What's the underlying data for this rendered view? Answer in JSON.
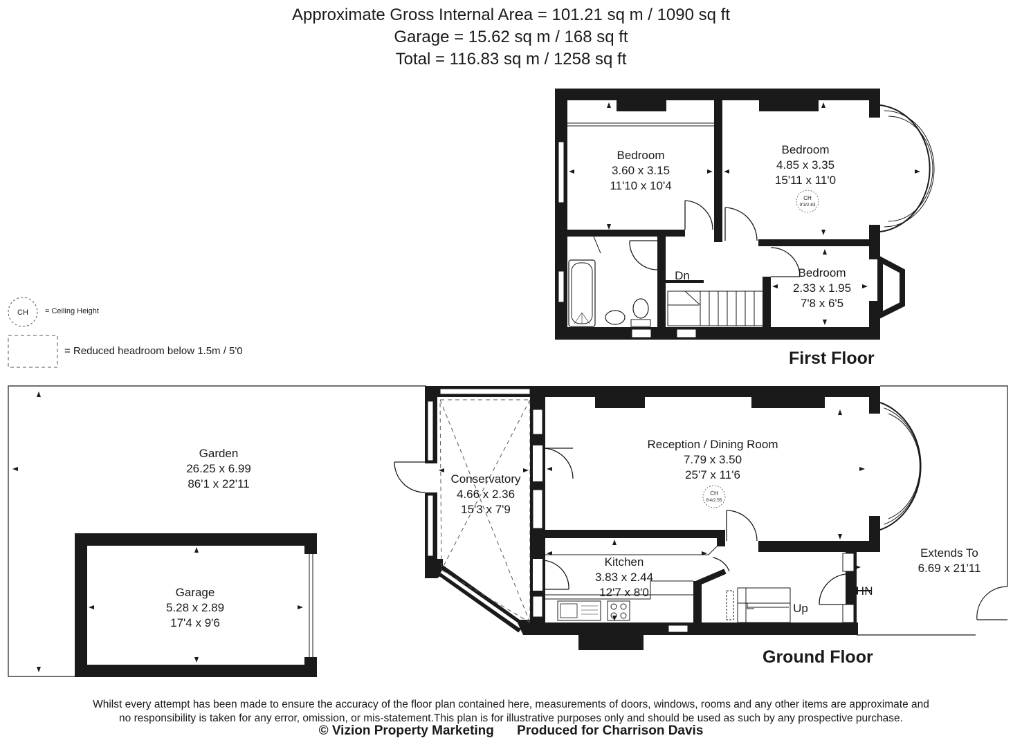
{
  "header": {
    "gross_area": "Approximate Gross Internal Area = 101.21 sq m / 1090 sq ft",
    "garage_area": "Garage = 15.62 sq m / 168 sq ft",
    "total_area": "Total = 116.83 sq m / 1258 sq ft"
  },
  "legend": {
    "ch_symbol": "CH",
    "ch_text": "= Ceiling Height",
    "reduced_text": "= Reduced headroom below 1.5m / 5'0"
  },
  "first_floor": {
    "title": "First Floor",
    "bedroom_1": {
      "name": "Bedroom",
      "metric": "3.60 x 3.15",
      "imperial": "11'10 x 10'4"
    },
    "bedroom_2": {
      "name": "Bedroom",
      "metric": "4.85 x 3.35",
      "imperial": "15'11 x 11'0",
      "ch_symbol": "CH",
      "ch_value": "9'3/2.83"
    },
    "bedroom_3": {
      "name": "Bedroom",
      "metric": "2.33 x 1.95",
      "imperial": "7'8 x 6'5"
    },
    "stairs_label": "Dn"
  },
  "ground_floor": {
    "title": "Ground Floor",
    "garden": {
      "name": "Garden",
      "metric": "26.25 x 6.99",
      "imperial": "86'1 x 22'11"
    },
    "garage": {
      "name": "Garage",
      "metric": "5.28 x 2.89",
      "imperial": "17'4 x 9'6"
    },
    "conservatory": {
      "name": "Conservatory",
      "metric": "4.66 x 2.36",
      "imperial": "15'3 x 7'9"
    },
    "reception": {
      "name": "Reception / Dining Room",
      "metric": "7.79 x 3.50",
      "imperial": "25'7 x 11'6",
      "ch_symbol": "CH",
      "ch_value": "8'4/2.55"
    },
    "kitchen": {
      "name": "Kitchen",
      "metric": "3.83 x 2.44",
      "imperial": "12'7 x 8'0"
    },
    "extends": {
      "name": "Extends To",
      "metric": "6.69 x 21'11"
    },
    "stairs_label": "Up",
    "entrance_label": "IN"
  },
  "footer": {
    "disclaimer_1": "Whilst every attempt has been made to ensure the accuracy of the floor plan contained here, measurements of doors, windows, rooms and any other items are approximate and",
    "disclaimer_2": "no responsibility is taken for any error, omission, or mis-statement.This plan is for illustrative purposes only and should be used as such by any prospective purchase.",
    "copyright": "© Vizion Property Marketing",
    "produced_for": "Produced for Charrison Davis"
  },
  "colors": {
    "wall": "#1a1a1a",
    "line": "#1a1a1a",
    "dashed": "#555555",
    "background": "#ffffff"
  }
}
